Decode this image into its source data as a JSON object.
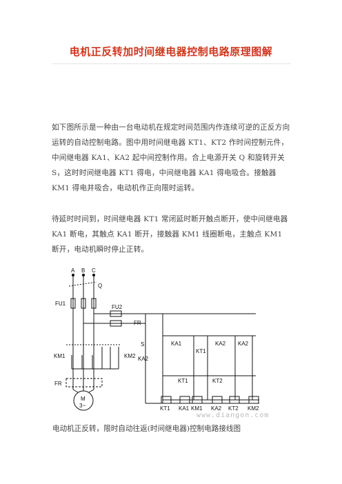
{
  "article": {
    "title": "电机正反转加时间继电器控制电路原理图解",
    "paragraphs": [
      "如下图所示是一种由一台电动机在规定时间范围内作连续可逆的正反方向运转的自动控制电路。图中用时间继电器 KT1、KT2 作时间控制元件，中间继电器 KA1、KA2 起中间控制作用。合上电源开关 Q 和旋转开关 S，这时时间继电器 KT1 得电，中间继电器 KA1 得电吸合。接触器 KM1 得电并吸合，电动机作正向限时运转。",
      "待延时时间到，时间继电器 KT1 常闭延时断开触点断开，使中间继电器 KA1 断电，其触点 KA1 断开，接触器 KM1 线圈断电，主触点 KM1 断开，电动机瞬时停止正转。"
    ],
    "caption": "电动机正反转，限时自动往返(时间继电器)控制电路接线图",
    "watermark": "www.diangon.com"
  },
  "diagram": {
    "labels": {
      "a": "A",
      "b": "B",
      "c": "C",
      "q": "Q",
      "fu1": "FU1",
      "fu2": "FU2",
      "fr_coil": "FR",
      "fr_contact": "FR",
      "s": "S",
      "ka2_left": "KA2",
      "km1": "KM1",
      "km2": "KM2",
      "ka1": "KA1",
      "kt1_c": "KT1",
      "ka2_mid": "KA2",
      "ka2_right": "KA2",
      "kt1_t": "KT1",
      "kt2_t": "KT2",
      "coil_kt1": "KT1",
      "coil_ka1": "KA1",
      "coil_km1": "KM1",
      "coil_ka2": "KA2",
      "coil_kt2": "KT2",
      "coil_km2": "KM2",
      "motor_m": "M",
      "motor_3": "3~"
    }
  }
}
